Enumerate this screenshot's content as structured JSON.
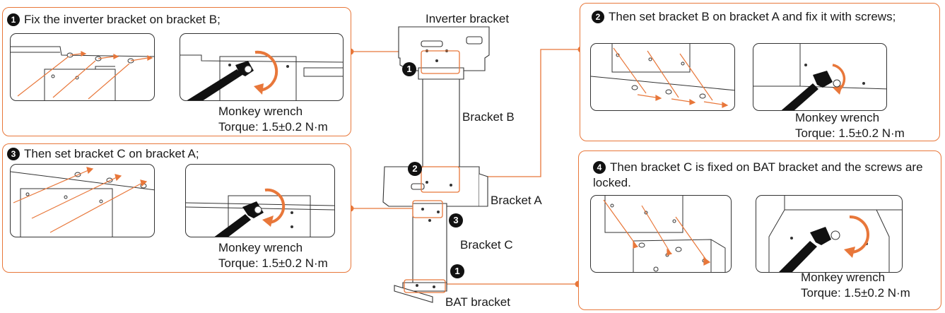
{
  "steps": [
    {
      "number": "1",
      "text": "Fix the inverter bracket on bracket B;",
      "tool": "Monkey wrench",
      "torque": "Torque: 1.5±0.2 N·m"
    },
    {
      "number": "2",
      "text": "Then set bracket B on bracket A and fix it with screws;",
      "tool": "Monkey wrench",
      "torque": "Torque: 1.5±0.2 N·m"
    },
    {
      "number": "3",
      "text": "Then set bracket C on bracket A;",
      "tool": "Monkey wrench",
      "torque": "Torque: 1.5±0.2 N·m"
    },
    {
      "number": "4",
      "text": "Then bracket C is fixed on BAT bracket and the screws are locked.",
      "tool": "Monkey wrench",
      "torque": "Torque: 1.5±0.2 N·m"
    }
  ],
  "labels": {
    "inverter_bracket": "Inverter bracket",
    "bracket_b": "Bracket B",
    "bracket_a": "Bracket A",
    "bracket_c": "Bracket C",
    "bat_bracket": "BAT bracket"
  },
  "markers": [
    "1",
    "2",
    "3",
    "1"
  ],
  "colors": {
    "accent": "#e8773a",
    "ink": "#1a1a1a"
  }
}
